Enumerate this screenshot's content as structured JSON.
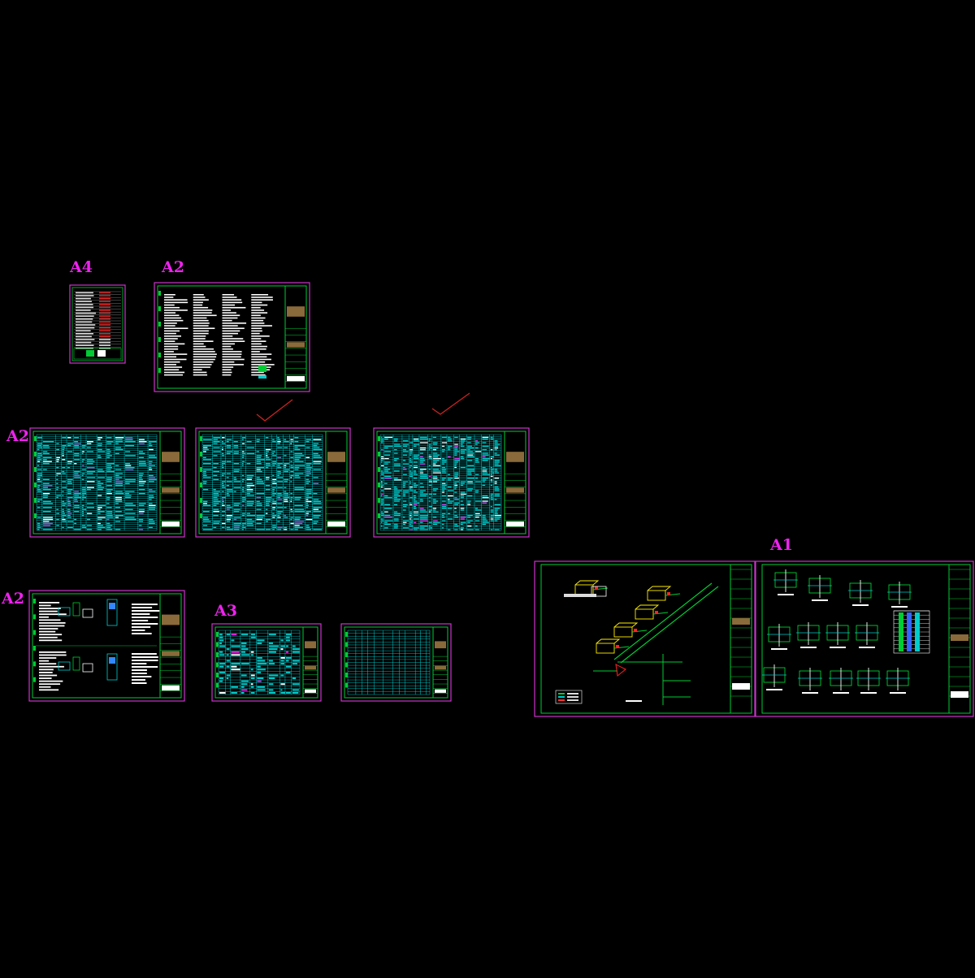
{
  "colors": {
    "background": "#000000",
    "sheet_frame": "#cc33cc",
    "inner_frame": "#00cc33",
    "table_line": "#00cccc",
    "text_white": "#ffffff",
    "label": "#ee22ee",
    "title_block_fill": "#8a6a3a",
    "check_mark": "#cc2222",
    "note_red": "#dd2222"
  },
  "size_labels": {
    "a4": "A4",
    "a2_top": "A2",
    "a2_mid": "A2",
    "a2_bottom": "A2",
    "a3": "A3",
    "a1": "A1"
  },
  "sheets": [
    {
      "id": "sheet-a4-index",
      "kind": "index"
    },
    {
      "id": "sheet-a2-notes",
      "kind": "notes"
    },
    {
      "id": "sheet-a2-table-1",
      "kind": "table"
    },
    {
      "id": "sheet-a2-table-2",
      "kind": "table"
    },
    {
      "id": "sheet-a2-table-3",
      "kind": "table"
    },
    {
      "id": "sheet-a2-details",
      "kind": "details"
    },
    {
      "id": "sheet-a3-table-1",
      "kind": "table-small"
    },
    {
      "id": "sheet-a3-table-2",
      "kind": "table-small"
    },
    {
      "id": "sheet-a1-isometric",
      "kind": "isometric"
    },
    {
      "id": "sheet-a1-details",
      "kind": "detail-grid"
    }
  ],
  "check_marks": 2
}
